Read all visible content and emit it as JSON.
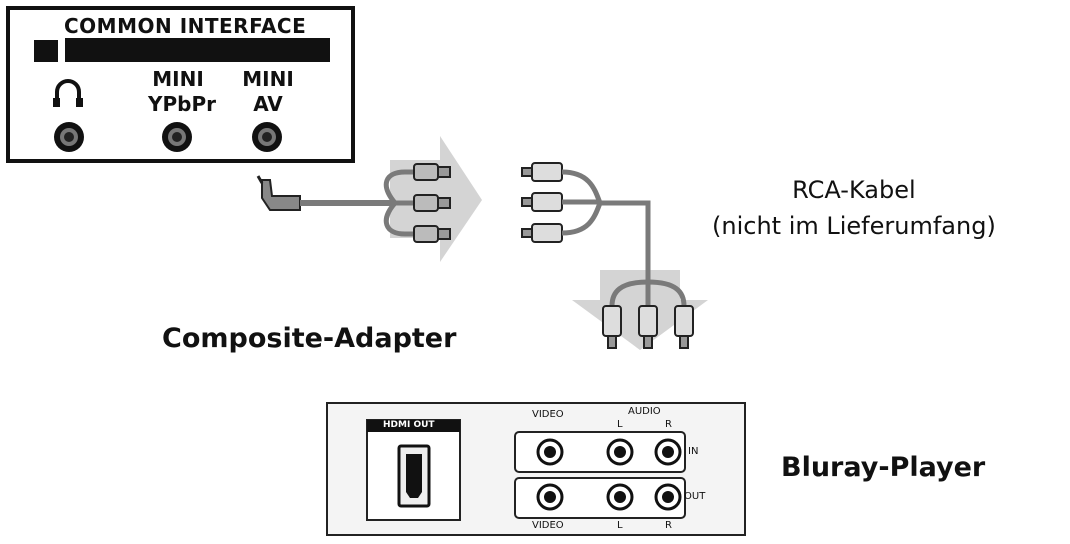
{
  "tv_panel": {
    "title": "COMMON INTERFACE",
    "ports": [
      {
        "label_line1": "",
        "label_line2": "",
        "icon": "headphone-icon"
      },
      {
        "label_line1": "MINI",
        "label_line2": "YPbPr",
        "icon": ""
      },
      {
        "label_line1": "MINI",
        "label_line2": "AV",
        "icon": ""
      }
    ]
  },
  "labels": {
    "rca_cable_line1": "RCA-Kabel",
    "rca_cable_line2": "(nicht im Lieferumfang)",
    "composite_adapter": "Composite-Adapter",
    "bluray_player": "Bluray-Player"
  },
  "player_panel": {
    "hdmi_label": "HDMI OUT",
    "video_label_top": "VIDEO",
    "audio_label": "AUDIO",
    "left_label_top": "L",
    "right_label_top": "R",
    "in_label": "IN",
    "out_label": "OUT",
    "video_label_bottom": "VIDEO",
    "left_label_bottom": "L",
    "right_label_bottom": "R"
  },
  "colors": {
    "outline": "#111111",
    "arrow": "#d0d0d0",
    "cable": "#7a7a7a"
  }
}
